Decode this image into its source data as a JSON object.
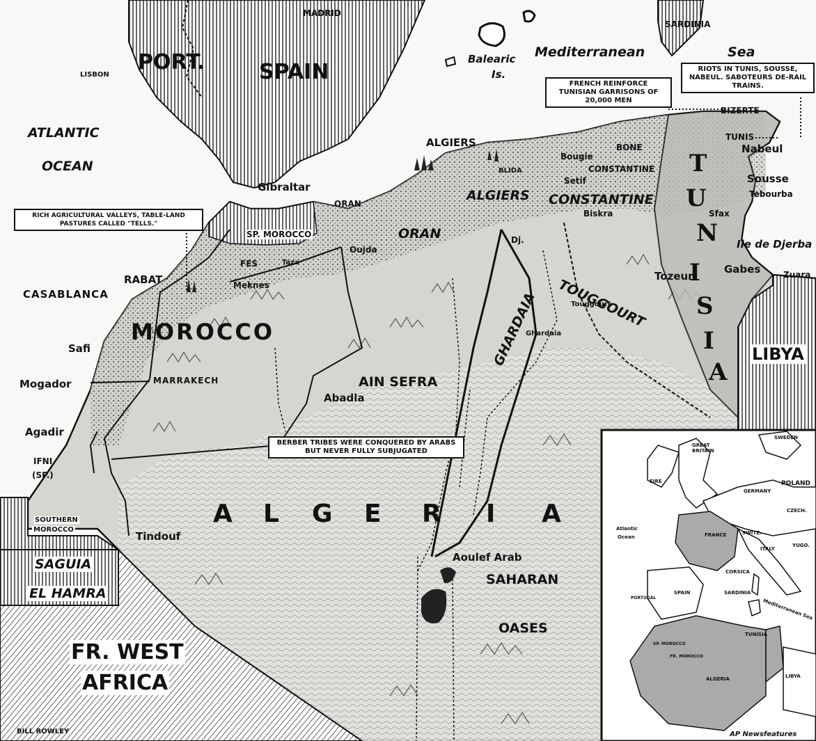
{
  "labels": {
    "madrid": "MADRID",
    "sardinia": "SARDINIA",
    "port": "PORT.",
    "spain": "SPAIN",
    "lisbon": "LISBON",
    "balearic": "Balearic",
    "balearic2": "Is.",
    "mediterranean": "Mediterranean",
    "sea": "Sea",
    "atlantic": "ATLANTIC",
    "ocean": "OCEAN",
    "gibraltar": "Gibraltar",
    "oran_city": "ORAN",
    "algiers_city": "ALGIERS",
    "bizerte": "BIZERTE",
    "tunis": "TUNIS",
    "nabeul": "Nabeul",
    "bone": "BONE",
    "bougie": "Bougie",
    "constantine_city": "CONSTANTINE",
    "setif": "Setif",
    "blida": "BLIDA",
    "sousse": "Sousse",
    "tebourba": "Tebourba",
    "algiers_region": "ALGIERS",
    "constantine_region": "CONSTANTINE",
    "oran_region": "ORAN",
    "sfax": "Sfax",
    "biskra": "Biskra",
    "ile_djerba": "Ile de Djerba",
    "gabes": "Gabes",
    "zuara": "Zuara",
    "tozeur": "Tozeur",
    "djelfa": "Dj.",
    "sp_morocco": "SP. MOROCCO",
    "oujda": "Oujda",
    "fes": "FES",
    "taza": "Taza",
    "meknes": "Meknes",
    "rabat": "RABAT",
    "casablanca": "CASABLANCA",
    "morocco": "MOROCCO",
    "touggourt_region": "TOUGGOURT",
    "touggourt_city": "Touggourt",
    "ghardaia_region": "GHARDAIA",
    "ghardaia_city": "Ghardaia",
    "safi": "Safi",
    "mogador": "Mogador",
    "marrakech": "MARRAKECH",
    "ain_sefra": "AIN SEFRA",
    "abadla": "Abadla",
    "agadir": "Agadir",
    "ifni": "IFNI",
    "ifni_sp": "(SP.)",
    "libya": "LIBYA",
    "southern_morocco": "SOUTHERN",
    "southern_morocco2": "MOROCCO",
    "saguia": "SAGUIA",
    "el_hamra": "EL HAMRA",
    "tindouf": "Tindouf",
    "aoulef_arab": "Aoulef Arab",
    "saharan": "SAHARAN",
    "oases": "OASES",
    "fr_west": "FR. WEST",
    "africa": "AFRICA",
    "algeria_letters": [
      "A",
      "L",
      "G",
      "E",
      "R",
      "I",
      "A"
    ],
    "tunisia_letters": [
      "T",
      "U",
      "N",
      "I",
      "S",
      "I",
      "A"
    ],
    "credit": "BILL ROWLEY",
    "ap": "AP Newsfeatures"
  },
  "notes": {
    "rich_valleys": "RICH AGRICULTURAL VALLEYS, TABLE-LAND PASTURES CALLED \"TELLS.\"",
    "french_reinforce": "FRENCH REINFORCE TUNISIAN GARRISONS OF 20,000 MEN",
    "riots": "RIOTS IN TUNIS, SOUSSE, NABEUL. SABOTEURS DE-RAIL TRAINS.",
    "berber": "BERBER TRIBES WERE CONQUERED BY ARABS BUT NEVER FULLY SUBJUGATED"
  },
  "inset": {
    "sweden": "SWEDEN",
    "great_britain": "GREAT BRITAIN",
    "eire": "EIRE",
    "germany": "GERMANY",
    "poland": "POLAND",
    "czech": "CZECH.",
    "atlantic": "Atlantic",
    "ocean": "Ocean",
    "france": "FRANCE",
    "swiss": "SWITZ.",
    "italy": "ITALY",
    "yugo": "YUGO.",
    "spain": "SPAIN",
    "portugal": "PORTUGAL",
    "corsica": "CORSICA",
    "sardinia": "SARDINIA",
    "mediterranean": "Mediterranean Sea",
    "sp_morocco": "SP. MOROCCO",
    "tunisia": "TUNISIA",
    "fr_morocco": "FR. MOROCCO",
    "algeria": "ALGERIA",
    "libya": "LIBYA"
  },
  "colors": {
    "ink": "#111111",
    "paper": "#f4f4f1",
    "land": "#d9d9d4",
    "highlight": "#9a9a96"
  }
}
